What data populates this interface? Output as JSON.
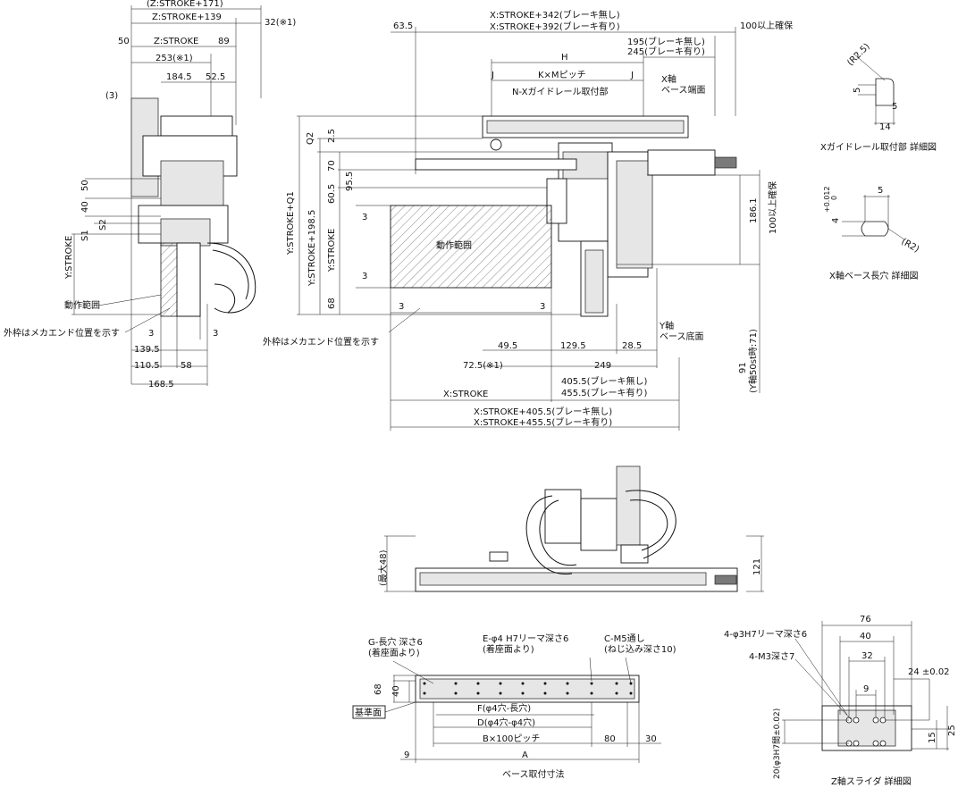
{
  "colors": {
    "line": "#111111",
    "hatch": "#555555",
    "part_fill": "#ffffff",
    "shade": "#e6e6e6"
  },
  "side_view": {
    "dims_top": [
      "(Z:STROKE+171)",
      "Z:STROKE+139",
      "32(※1)",
      "50",
      "Z:STROKE",
      "89",
      "253(※1)",
      "184.5",
      "52.5",
      "(3)"
    ],
    "dims_left": [
      "50",
      "40",
      "S2",
      "S1",
      "Y:STROKE"
    ],
    "dims_bottom": [
      "3",
      "3",
      "139.5",
      "110.5",
      "58",
      "168.5"
    ],
    "label_range": "動作範囲",
    "label_outer": "外枠はメカエンド位置を示す"
  },
  "front_view": {
    "dims_top": [
      "63.5",
      "X:STROKE+342(ブレーキ無し)",
      "X:STROKE+392(ブレーキ有り)",
      "100以上確保",
      "195(ブレーキ無し)",
      "245(ブレーキ有り)",
      "H",
      "J",
      "K×Mピッチ",
      "J"
    ],
    "label_guide": "N-Xガイドレール取付部",
    "label_xbase": [
      "X軸",
      "ベース端面"
    ],
    "dims_left": [
      "Q2",
      "2.5",
      "Y:STROKE+Q1",
      "70",
      "60.5",
      "95.5",
      "Y:STROKE+198.5",
      "3",
      "Y:STROKE",
      "3",
      "68"
    ],
    "label_range": "動作範囲",
    "dims_right": [
      "186.1",
      "100以上確保"
    ],
    "label_ybase": [
      "Y軸",
      "ベース底面"
    ],
    "dims_bottom": [
      "3",
      "3",
      "49.5",
      "129.5",
      "28.5",
      "72.5(※1)",
      "249",
      "X:STROKE",
      "405.5(ブレーキ無し)",
      "455.5(ブレーキ有り)",
      "X:STROKE+405.5(ブレーキ無し)",
      "X:STROKE+455.5(ブレーキ有り)"
    ],
    "dim_91": [
      "91",
      "(Y軸50st時:71)"
    ],
    "label_outer": "外枠はメカエンド位置を示す"
  },
  "top_view": {
    "dims": [
      "(最大48)",
      "121"
    ]
  },
  "base_view": {
    "labels": [
      "G-長穴 深さ6",
      "(着座面より)",
      "E-φ4 H7リーマ深さ6",
      "(着座面より)",
      "C-M5通し",
      "(ねじ込み深さ10)"
    ],
    "dims": [
      "68",
      "40",
      "基準面",
      "F(φ4穴-長穴)",
      "D(φ4穴-φ4穴)",
      "B×100ピッチ",
      "80",
      "30",
      "9",
      "A"
    ],
    "caption": "ベース取付寸法"
  },
  "detail_guide": {
    "dims": [
      "(R2.5)",
      "5",
      "5",
      "14"
    ],
    "caption": "Xガイドレール取付部 詳細図"
  },
  "detail_slot": {
    "dims": [
      "+0.012",
      "0",
      "4",
      "5",
      "(R2)"
    ],
    "caption": "X軸ベース長穴 詳細図"
  },
  "detail_slider": {
    "dims": [
      "76",
      "4-φ3H7リーマ深さ6",
      "40",
      "4-M3深さ7",
      "32",
      "24 ±0.02",
      "9",
      "20(φ3H7間±0.02)",
      "15",
      "25"
    ],
    "caption": "Z軸スライダ 詳細図"
  }
}
